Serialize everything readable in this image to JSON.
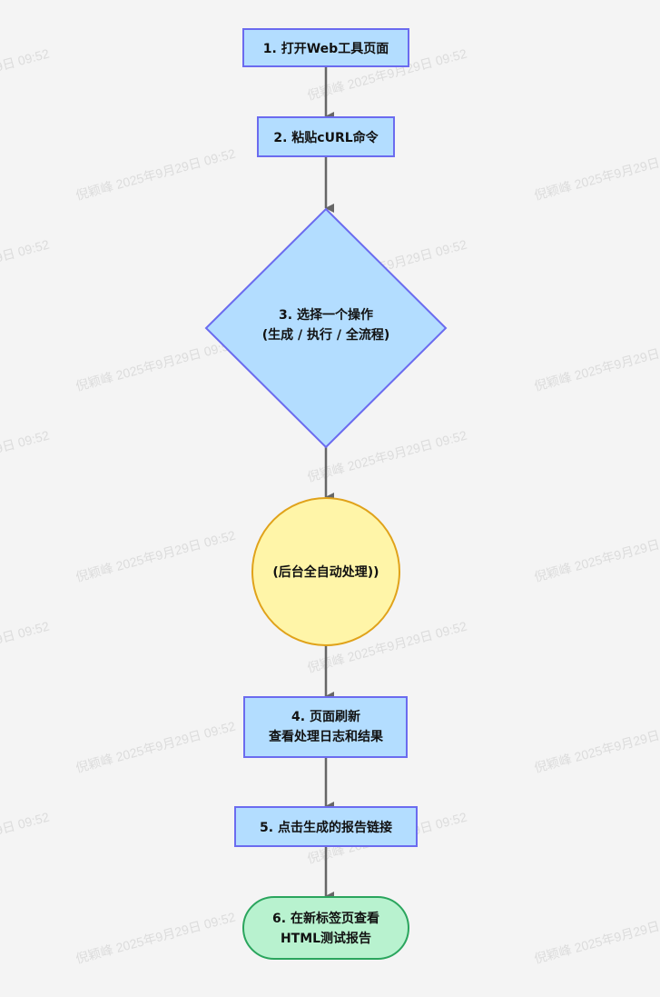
{
  "watermark": "倪颖峰 2025年9月29日 09:52",
  "colors": {
    "process_fill": "#b3ddff",
    "process_stroke": "#6b6bef",
    "circle_fill": "#fff5a8",
    "circle_stroke": "#e0a21a",
    "end_fill": "#b8f2cf",
    "end_stroke": "#2aa55d",
    "edge": "#666666"
  },
  "nodes": {
    "step1": "1. 打开Web工具页面",
    "step2": "2. 粘贴cURL命令",
    "step3_line1": "3. 选择一个操作",
    "step3_line2": "(生成 / 执行 / 全流程)",
    "auto": "(后台全自动处理))",
    "step4_line1": "4. 页面刷新",
    "step4_line2": "查看处理日志和结果",
    "step5": "5. 点击生成的报告链接",
    "step6_line1": "6. 在新标签页查看",
    "step6_line2": "HTML测试报告"
  }
}
